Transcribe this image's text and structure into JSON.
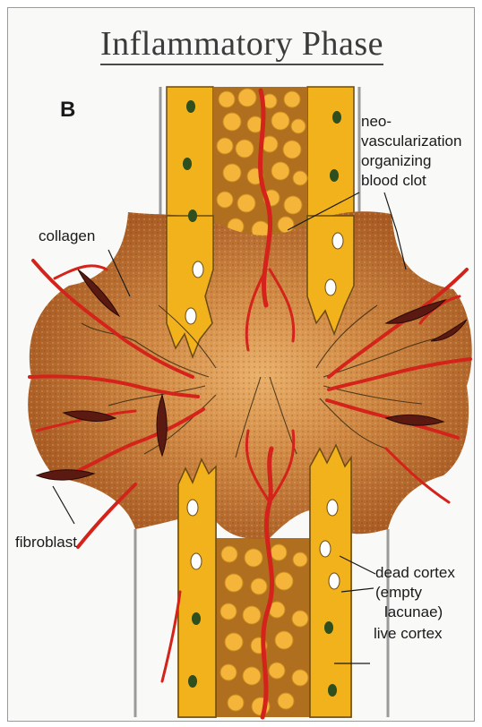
{
  "title": "Inflammatory Phase",
  "panel_letter": "B",
  "labels": {
    "neovascularization_line1": "neo-",
    "neovascularization_line2": "vascularization",
    "organizing_line1": "organizing",
    "organizing_line2": "blood clot",
    "collagen": "collagen",
    "fibroblast": "fibroblast",
    "dead_cortex_line1": "dead cortex",
    "dead_cortex_line2": "(empty",
    "dead_cortex_line3": "lacunae)",
    "live_cortex": "live cortex"
  },
  "colors": {
    "cortex": "#f2b21c",
    "marrow": "#b06f1f",
    "fat_globule": "#f5b53a",
    "callus": "#c8772f",
    "vessel": "#d4231a",
    "fibroblast": "#5a1a12",
    "osteocyte": "#2f4f1f",
    "periosteum": "#8c8c8c"
  }
}
